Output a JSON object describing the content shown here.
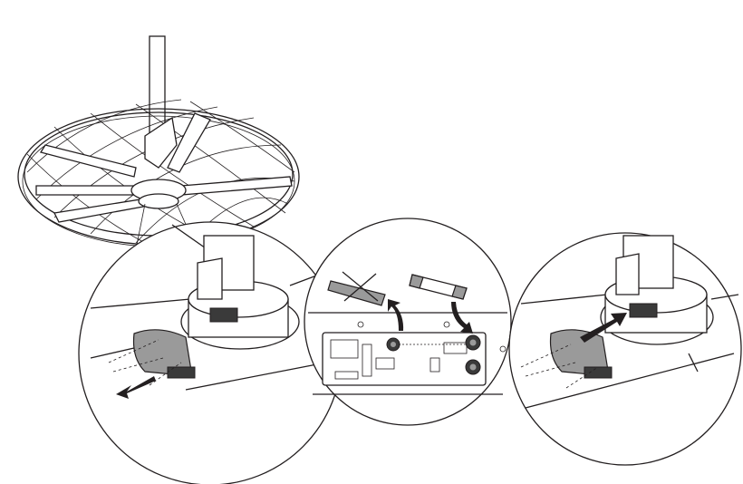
{
  "illustration": {
    "steps": [
      "remove-cover",
      "replace-fuse",
      "reinstall-cover"
    ],
    "colors": {
      "line": "#231f20",
      "fill": "#ffffff",
      "shade": "#9a9a9a",
      "dark": "#3a3a3a"
    },
    "icons": [
      "ceiling-fan",
      "fuse-old-crossed",
      "fuse-new",
      "arrow-remove",
      "arrow-insert",
      "circuit-board"
    ]
  }
}
